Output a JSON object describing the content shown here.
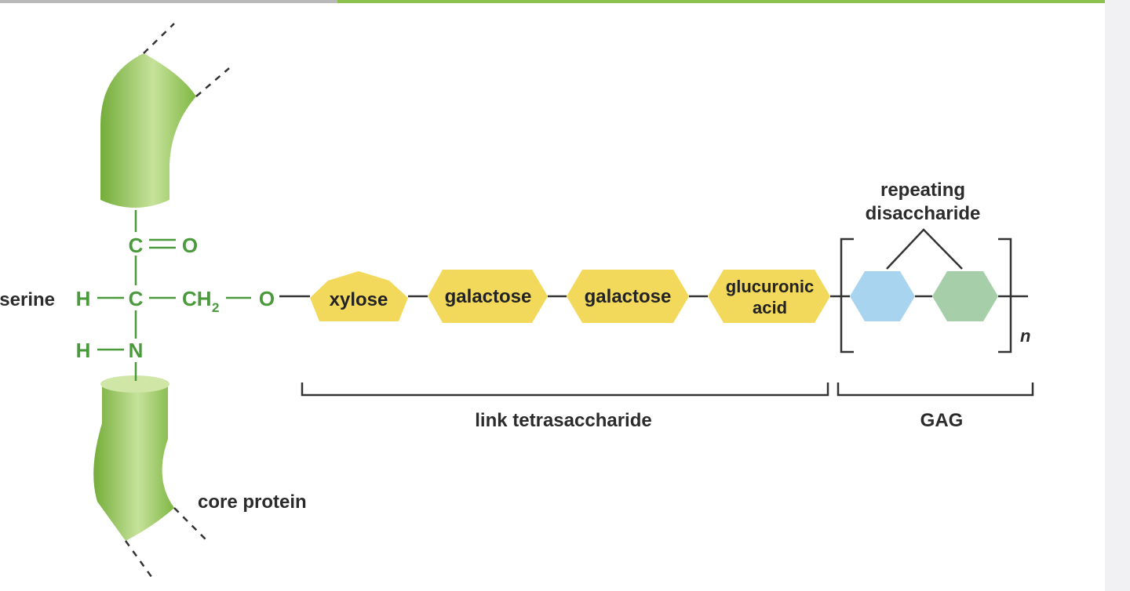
{
  "labels": {
    "serine": "serine",
    "core_protein": "core protein",
    "link_tetrasaccharide": "link tetrasaccharide",
    "gag": "GAG",
    "repeating_line1": "repeating",
    "repeating_line2": "disaccharide",
    "n": "n"
  },
  "chem": {
    "c_top": "C",
    "o_double": "O",
    "h_left": "H",
    "c_center": "C",
    "ch": "CH",
    "sub2": "2",
    "o_link": "O",
    "h_amine": "H",
    "n_amine": "N"
  },
  "sugars": {
    "xylose": "xylose",
    "galactose1": "galactose",
    "galactose2": "galactose",
    "glucuronic_line1": "glucuronic",
    "glucuronic_line2": "acid"
  },
  "colors": {
    "protein_green": "#8cc14d",
    "chem_green": "#4a9a3c",
    "sugar_yellow": "#f2d95c",
    "gag_blue": "#a9d4f0",
    "gag_green": "#a6cfa9",
    "line": "#333333"
  }
}
